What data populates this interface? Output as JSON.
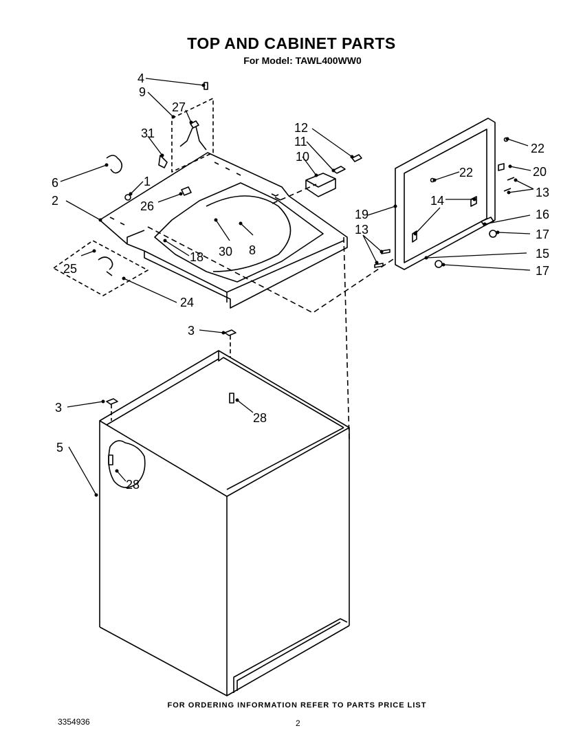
{
  "header": {
    "title": "TOP AND CABINET PARTS",
    "subtitle": "For Model: TAWL400WW0"
  },
  "callouts": {
    "c1": "1",
    "c2": "2",
    "c3a": "3",
    "c3b": "3",
    "c4": "4",
    "c5": "5",
    "c6": "6",
    "c8": "8",
    "c9": "9",
    "c10": "10",
    "c11": "11",
    "c12": "12",
    "c13a": "13",
    "c13b": "13",
    "c14": "14",
    "c15": "15",
    "c16": "16",
    "c17a": "17",
    "c17b": "17",
    "c18": "18",
    "c19": "19",
    "c20": "20",
    "c22a": "22",
    "c22b": "22",
    "c24": "24",
    "c25": "25",
    "c26": "26",
    "c27": "27",
    "c28a": "28",
    "c28b": "28",
    "c30": "30",
    "c31": "31"
  },
  "footer": {
    "note": "FOR ORDERING INFORMATION REFER TO PARTS PRICE LIST",
    "doc_number": "3354936",
    "page_number": "2"
  }
}
